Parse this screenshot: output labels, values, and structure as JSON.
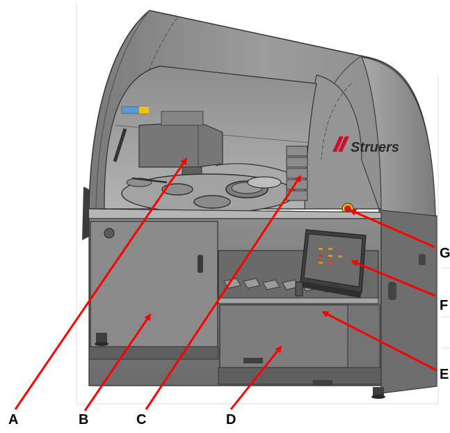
{
  "brand": {
    "logo_text": "Struers",
    "accent": "#c8102e"
  },
  "callouts": [
    {
      "letter": "A"
    },
    {
      "letter": "B"
    },
    {
      "letter": "C"
    },
    {
      "letter": "D"
    },
    {
      "letter": "E"
    },
    {
      "letter": "F"
    },
    {
      "letter": "G"
    }
  ],
  "colors": {
    "arrow": "#ff0000",
    "machine_body": "#8f8f8f",
    "machine_dark": "#5e5e5e",
    "glass": "#b9b9b9",
    "screen": "#6f6f6f"
  }
}
